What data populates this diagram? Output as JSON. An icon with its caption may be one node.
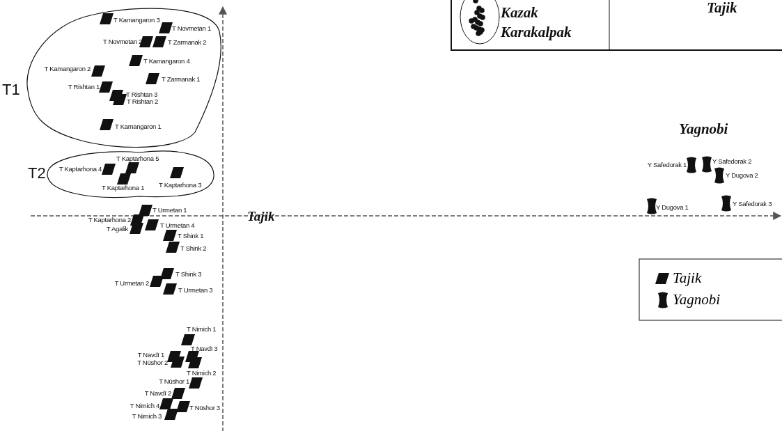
{
  "diagram": {
    "nodes": [
      {
        "text": [
          "T1"
        ]
      },
      {
        "text": [
          "T2"
        ]
      }
    ],
    "edges": [],
    "labels": [
      "Kazak",
      "Karakalpak",
      "Tajik",
      "T Kamangaron 3",
      "T Novmetan 1",
      "T Novmetan 2",
      "T Zarmanak 2",
      "T Kamangaron 4",
      "T Kamangaron 2",
      "T Zarmanak 1",
      "T Rishtan 1",
      "T Rishtan 3",
      "T Rishtan 2",
      "T Kamangaron 1",
      "Yagnobi",
      "T Kaptarhona 5",
      "T Kaptarhona 4",
      "T Kaptarhona 1",
      "T Kaptarhona 3",
      "Y Safedorak 1",
      "Y Safedorak 2",
      "Y Dugova 2",
      "Y Dugova 1",
      "Y Safedorak 3",
      "T Urmetan 1",
      "Tajik",
      "T Kaptarhona 2",
      "T Urmetan 4",
      "T Agalik",
      "T Shink 1",
      "T Shink 2",
      "T Shink 3",
      "T Urmetan 2",
      "T Urmetan 3",
      "T Nimich 1",
      "T Navdī 3",
      "T Navdī 1",
      "T Nūshor 2",
      "T Nimich 2",
      "T Nūshor 1",
      "T Navdī 2",
      "T Nimich 4",
      "T Nūshor 3",
      "T Nimich 3"
    ],
    "legend": [
      {
        "text": "Tajik"
      },
      {
        "text": "Yagnobi"
      }
    ]
  }
}
